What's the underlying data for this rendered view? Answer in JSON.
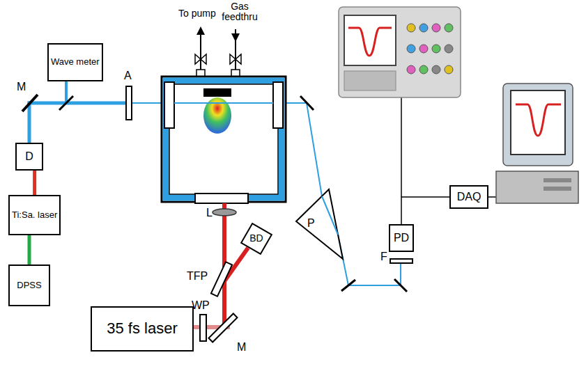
{
  "diagram": {
    "nodes": [
      {
        "text": [
          "Wave meter"
        ]
      },
      {
        "text": [
          "D"
        ]
      },
      {
        "text": [
          "Ti:Sa. laser"
        ]
      },
      {
        "text": [
          "DPSS"
        ]
      },
      {
        "text": [
          "35 fs laser"
        ]
      },
      {
        "text": [
          "BD"
        ]
      },
      {
        "text": [
          "PD"
        ]
      },
      {
        "text": [
          "DAQ"
        ]
      }
    ],
    "edges": [
      {
        "from": 3,
        "to": 2,
        "arrow": "none"
      },
      {
        "from": 2,
        "to": 1,
        "arrow": "none"
      },
      {
        "from": 6,
        "to": 7,
        "arrow": "none"
      }
    ],
    "labels": [
      "To pump",
      "Gas feedthru",
      "M",
      "A",
      "L",
      "TFP",
      "WP",
      "M",
      "P",
      "F"
    ]
  }
}
